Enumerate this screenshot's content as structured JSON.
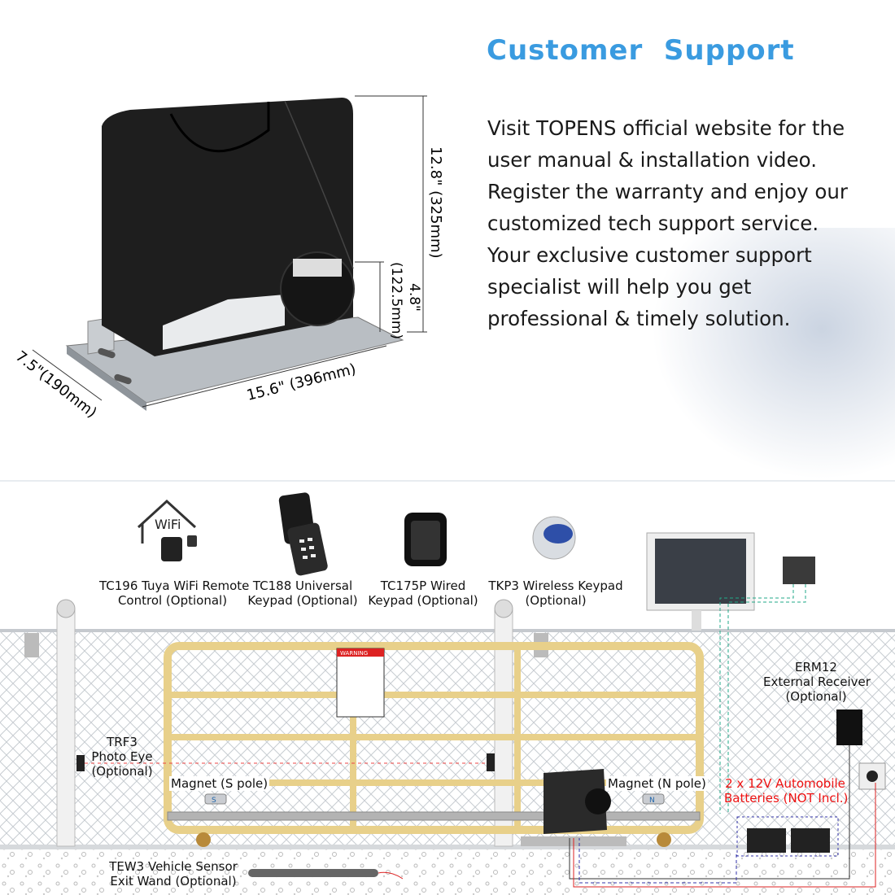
{
  "header": {
    "title": "Customer  Support"
  },
  "support": {
    "lines": [
      "Visit TOPENS official website for the",
      "user manual & installation video.",
      "Register the warranty and enjoy our",
      "customized tech support service.",
      "Your exclusive customer support",
      "specialist will help you get",
      "professional & timely solution."
    ]
  },
  "dimensions": {
    "height": "12.8\" (325mm)",
    "gear_height_a": "4.8\"",
    "gear_height_b": "(122.5mm)",
    "length": "15.6\" (396mm)",
    "width": "7.5\"(190mm)"
  },
  "accessories": [
    {
      "line1": "TC196 Tuya WiFi Remote",
      "line2": "Control (Optional)",
      "icon": "wifi-house-icon",
      "wifi": "WiFi"
    },
    {
      "line1": "TC188 Universal",
      "line2": "Keypad (Optional)",
      "icon": "keypad-icon"
    },
    {
      "line1": "TC175P Wired",
      "line2": "Keypad (Optional)",
      "icon": "wired-keypad-icon"
    },
    {
      "line1": "TKP3 Wireless Keypad",
      "line2": "(Optional)",
      "icon": "wireless-keypad-icon"
    }
  ],
  "diagram": {
    "photo_eye": {
      "l1": "TRF3",
      "l2": "Photo Eye",
      "l3": "(Optional)"
    },
    "magnet_s": "Magnet (S pole)",
    "magnet_n": "Magnet (N pole)",
    "receiver": {
      "l1": "ERM12",
      "l2": "External Receiver",
      "l3": "(Optional)"
    },
    "batteries": {
      "l1": "2 x 12V Automobile",
      "l2": "Batteries (NOT Incl.)"
    },
    "sensor": {
      "l1": "TEW3 Vehicle Sensor",
      "l2": "Exit Wand (Optional)"
    },
    "warning_label": "WARNING",
    "magnet_s_letter": "S",
    "magnet_n_letter": "N"
  },
  "colors": {
    "title": "#3a9be0",
    "gate": "#e8d08a",
    "gate_stroke": "#c8a850",
    "red_text": "#e11111"
  }
}
